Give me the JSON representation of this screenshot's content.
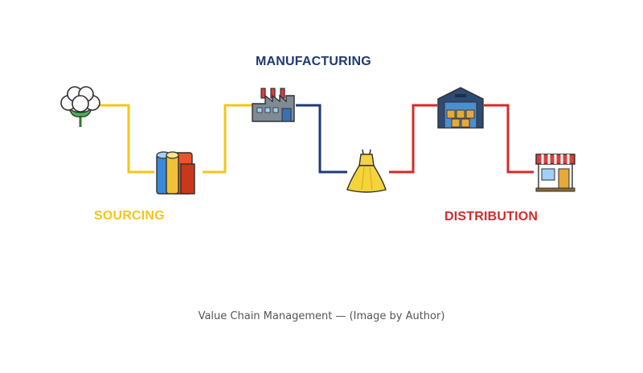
{
  "stages": {
    "sourcing": {
      "label": "SOURCING",
      "color": "#f5c518"
    },
    "manufacturing": {
      "label": "MANUFACTURING",
      "color": "#1f3a73"
    },
    "distribution": {
      "label": "DISTRIBUTION",
      "color": "#d42a2a"
    }
  },
  "steps": [
    {
      "icon": "cotton-plant-icon"
    },
    {
      "icon": "fabric-rolls-icon"
    },
    {
      "icon": "factory-icon"
    },
    {
      "icon": "dress-icon"
    },
    {
      "icon": "warehouse-icon"
    },
    {
      "icon": "store-icon"
    }
  ],
  "caption": "Value Chain Management — (Image by Author)"
}
